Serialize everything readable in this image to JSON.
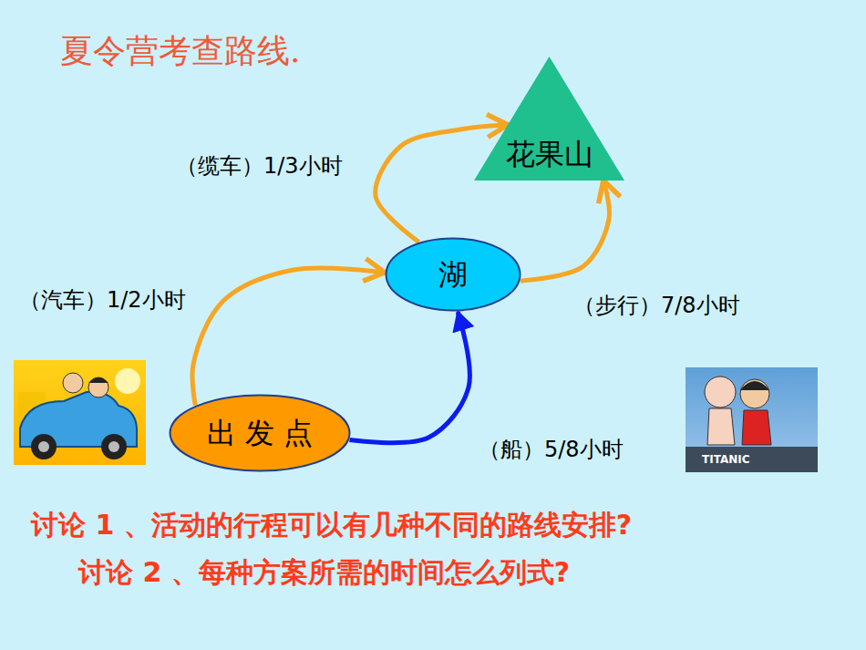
{
  "diagram": {
    "title": "夏令营考查路线.",
    "nodes": [
      {
        "text": [
          "花果山"
        ]
      },
      {
        "text": [
          "湖"
        ]
      },
      {
        "text": [
          "出 发 点"
        ]
      }
    ],
    "edges": [
      {
        "from": 2,
        "to": 1,
        "arrow": "to",
        "label": "（汽车）1/2小时"
      },
      {
        "from": 2,
        "to": 1,
        "arrow": "to",
        "label": "（船）5/8小时"
      },
      {
        "from": 1,
        "to": 0,
        "arrow": "to",
        "label": "（缆车）1/3小时"
      },
      {
        "from": 1,
        "to": 0,
        "arrow": "to",
        "label": "（步行）7/8小时"
      }
    ],
    "labels": [
      "讨论 1 、活动的行程可以有几种不同的路线安排?",
      "讨论 2 、每种方案所需的时间怎么列式?",
      "TITANIC"
    ]
  }
}
